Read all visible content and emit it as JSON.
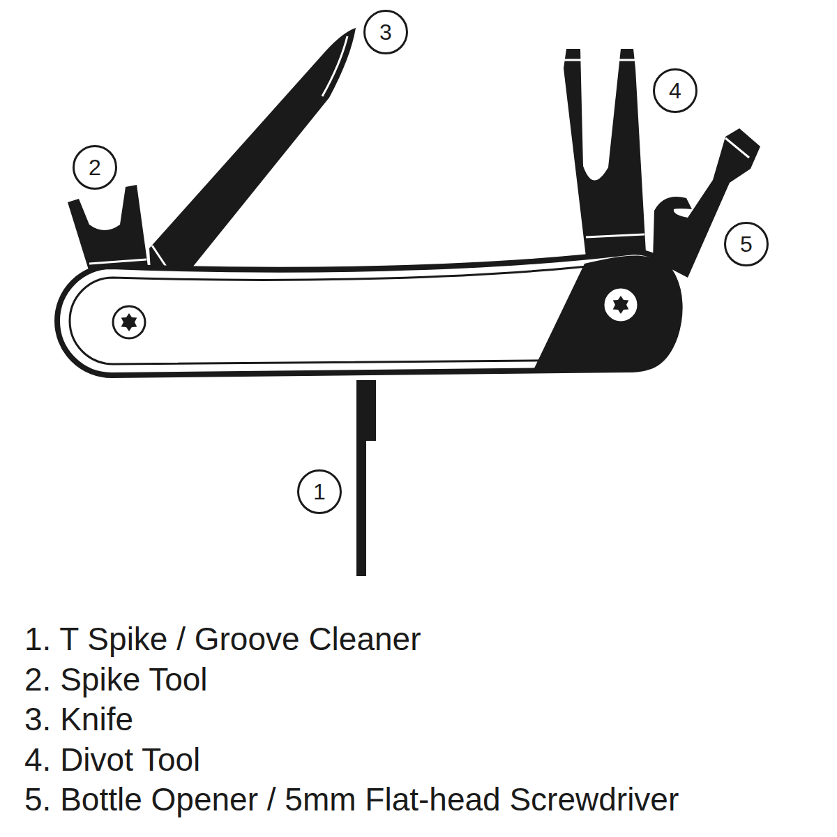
{
  "diagram": {
    "nodes": [
      {
        "text": [
          "3"
        ]
      },
      {
        "text": [
          "4"
        ]
      },
      {
        "text": [
          "2"
        ]
      },
      {
        "text": [
          "5"
        ]
      },
      {
        "text": [
          "1"
        ]
      }
    ],
    "labels": [
      "1. T Spike / Groove Cleaner",
      "2. Spike Tool",
      "3. Knife",
      "4. Divot Tool",
      "5. Bottle Opener / 5mm Flat-head Screwdriver"
    ]
  }
}
